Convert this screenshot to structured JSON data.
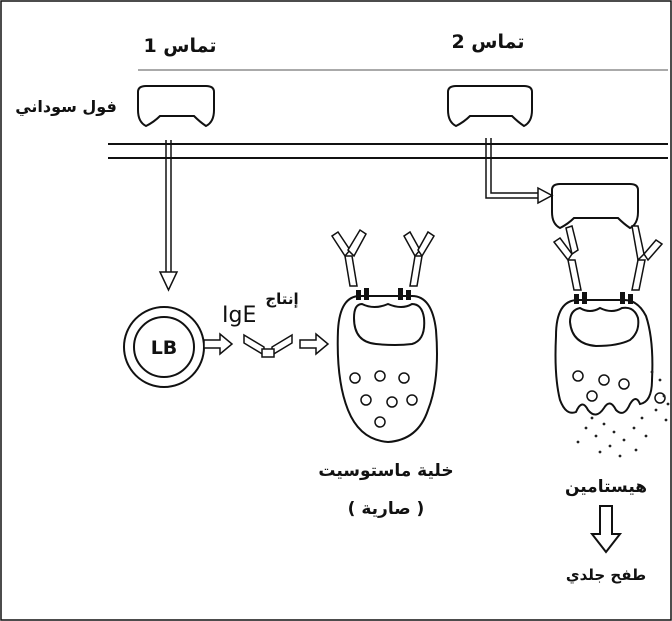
{
  "contact1": {
    "label": "تماس 1"
  },
  "contact2": {
    "label": "تماس 2"
  },
  "allergen": {
    "label": "فول سوداني"
  },
  "lymphocyte": {
    "label": "LB"
  },
  "production": {
    "ige_label": "IgE",
    "action_label": "إنتاج"
  },
  "mastocyte": {
    "line1": "خلية ماستوسيت",
    "line2": "( صارية )"
  },
  "histamine": {
    "label": "هيستامين"
  },
  "result": {
    "label": "طفح جلدي"
  },
  "colors": {
    "ink": "#111111",
    "background": "#ffffff"
  }
}
